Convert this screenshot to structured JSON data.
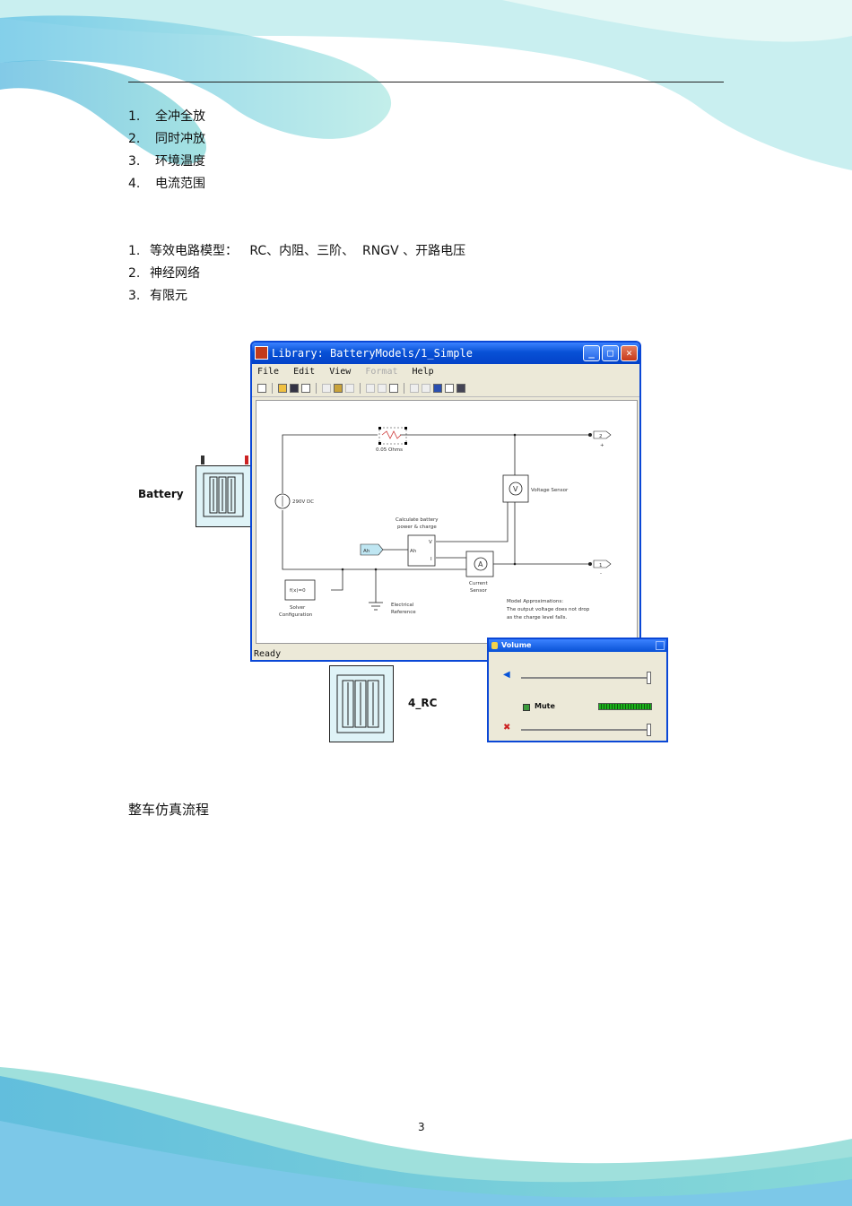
{
  "page": {
    "list1": [
      {
        "num": "1.",
        "text": "全冲全放"
      },
      {
        "num": "2.",
        "text": "同时冲放"
      },
      {
        "num": "3.",
        "text": "环境温度"
      },
      {
        "num": "4.",
        "text": "电流范围"
      }
    ],
    "list2": [
      {
        "num": "1.",
        "text": "等效电路模型：   RC、内阻、三阶、  RNGV 、开路电压"
      },
      {
        "num": "2.",
        "text": "神经网络"
      },
      {
        "num": "3.",
        "text": "有限元"
      }
    ],
    "caption": "整车仿真流程",
    "page_number": "3"
  },
  "figure": {
    "battery_label": "Battery",
    "rc_label": "4_RC",
    "window": {
      "title": "Library: BatteryModels/1_Simple",
      "menu": [
        "File",
        "Edit",
        "View",
        "Format",
        "Help"
      ],
      "menu_disabled": [
        "Format"
      ],
      "status": "Ready",
      "diagram": {
        "resistor": "0.05 Ohms",
        "source": "290V DC",
        "voltage_sensor": "Voltage Sensor",
        "calc_title_1": "Calculate battery",
        "calc_title_2": "power & charge",
        "port_v": "V",
        "port_i": "I",
        "port_ah": "Ah",
        "ah_out": "Ah",
        "current_sensor_1": "Current",
        "current_sensor_2": "Sensor",
        "solver_block": "f(x)=0",
        "solver_1": "Solver",
        "solver_2": "Configuration",
        "ref_1": "Electrical",
        "ref_2": "Reference",
        "note_1": "Model Approximations:",
        "note_2": "The output voltage does not drop",
        "note_3": "as the charge level falls.",
        "out_2": "2",
        "out_1": "1",
        "plus": "+",
        "minus": "-",
        "vsym": "V",
        "asym": "A"
      }
    },
    "volume": {
      "title": "Volume",
      "mute": "Mute"
    }
  }
}
